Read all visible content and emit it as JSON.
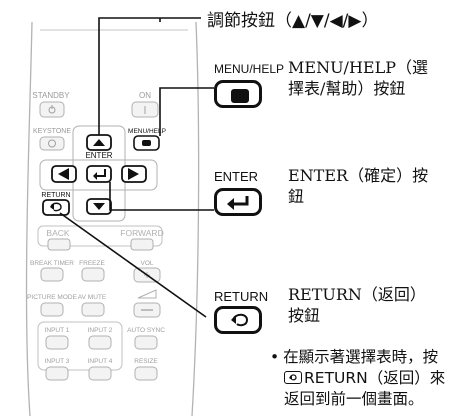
{
  "top_callout": {
    "text": "調節按鈕（▲/▼/◀/▶）"
  },
  "callouts": [
    {
      "key": "menu",
      "label": "MENU/HELP",
      "desc_lines": [
        "MENU/HELP（選",
        "擇表/幫助）按鈕"
      ]
    },
    {
      "key": "enter",
      "label": "ENTER",
      "desc_lines": [
        "ENTER（確定）按",
        "鈕"
      ]
    },
    {
      "key": "return",
      "label": "RETURN",
      "desc_lines": [
        "RETURN（返回）",
        "按鈕"
      ]
    }
  ],
  "note": {
    "bullet": "•",
    "lines": [
      "在顯示著選擇表時，按",
      "RETURN（返回）來",
      "返回到前一個畫面。"
    ]
  },
  "remote": {
    "standby": "STANDBY",
    "on": "ON",
    "keystone": "KEYSTONE",
    "menu_help": "MENU/HELP",
    "enter": "ENTER",
    "return": "RETURN",
    "back": "BACK",
    "forward": "FORWARD",
    "break_timer": "BREAK TIMER",
    "freeze": "FREEZE",
    "vol": "VOL",
    "picture_mode": "PICTURE MODE",
    "av_mute": "AV MUTE",
    "input1": "INPUT 1",
    "input2": "INPUT 2",
    "auto_sync": "AUTO SYNC",
    "input3": "INPUT 3",
    "input4": "INPUT 4",
    "resize": "RESIZE"
  },
  "colors": {
    "ink": "#111111",
    "remote_gray": "#b8b8b8",
    "remote_fill": "#f4f4f4"
  }
}
